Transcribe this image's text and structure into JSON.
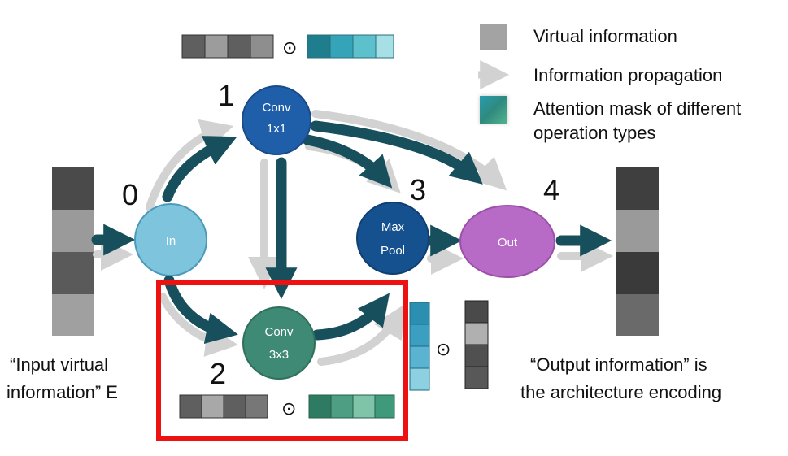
{
  "nodes": {
    "in": {
      "label": "In"
    },
    "conv1x1": {
      "label_line1": "Conv",
      "label_line2": "1x1"
    },
    "conv3x3": {
      "label_line1": "Conv",
      "label_line2": "3x3"
    },
    "maxpool": {
      "label_line1": "Max",
      "label_line2": "Pool"
    },
    "out": {
      "label": "Out"
    }
  },
  "step_numbers": {
    "n0": "0",
    "n1": "1",
    "n2": "2",
    "n3": "3",
    "n4": "4"
  },
  "operator_symbol": "⊙",
  "legend": {
    "virtual_information": "Virtual information",
    "information_propagation": "Information propagation",
    "attention_mask_line1": "Attention mask of different",
    "attention_mask_line2": "operation types"
  },
  "captions": {
    "input_line1": "“Input virtual",
    "input_line2": "information” E",
    "output_line1": "“Output information”  is",
    "output_line2": "the architecture encoding"
  },
  "colors": {
    "in": "#7fc4dd",
    "conv1x1": "#1f5ea8",
    "conv3x3": "#3f8a74",
    "maxpool": "#15508f",
    "out": "#b86bc6",
    "propagation_arrow": "#d2d2d2",
    "flow_arrow": "#17505c",
    "highlight_box": "#ee1111"
  }
}
